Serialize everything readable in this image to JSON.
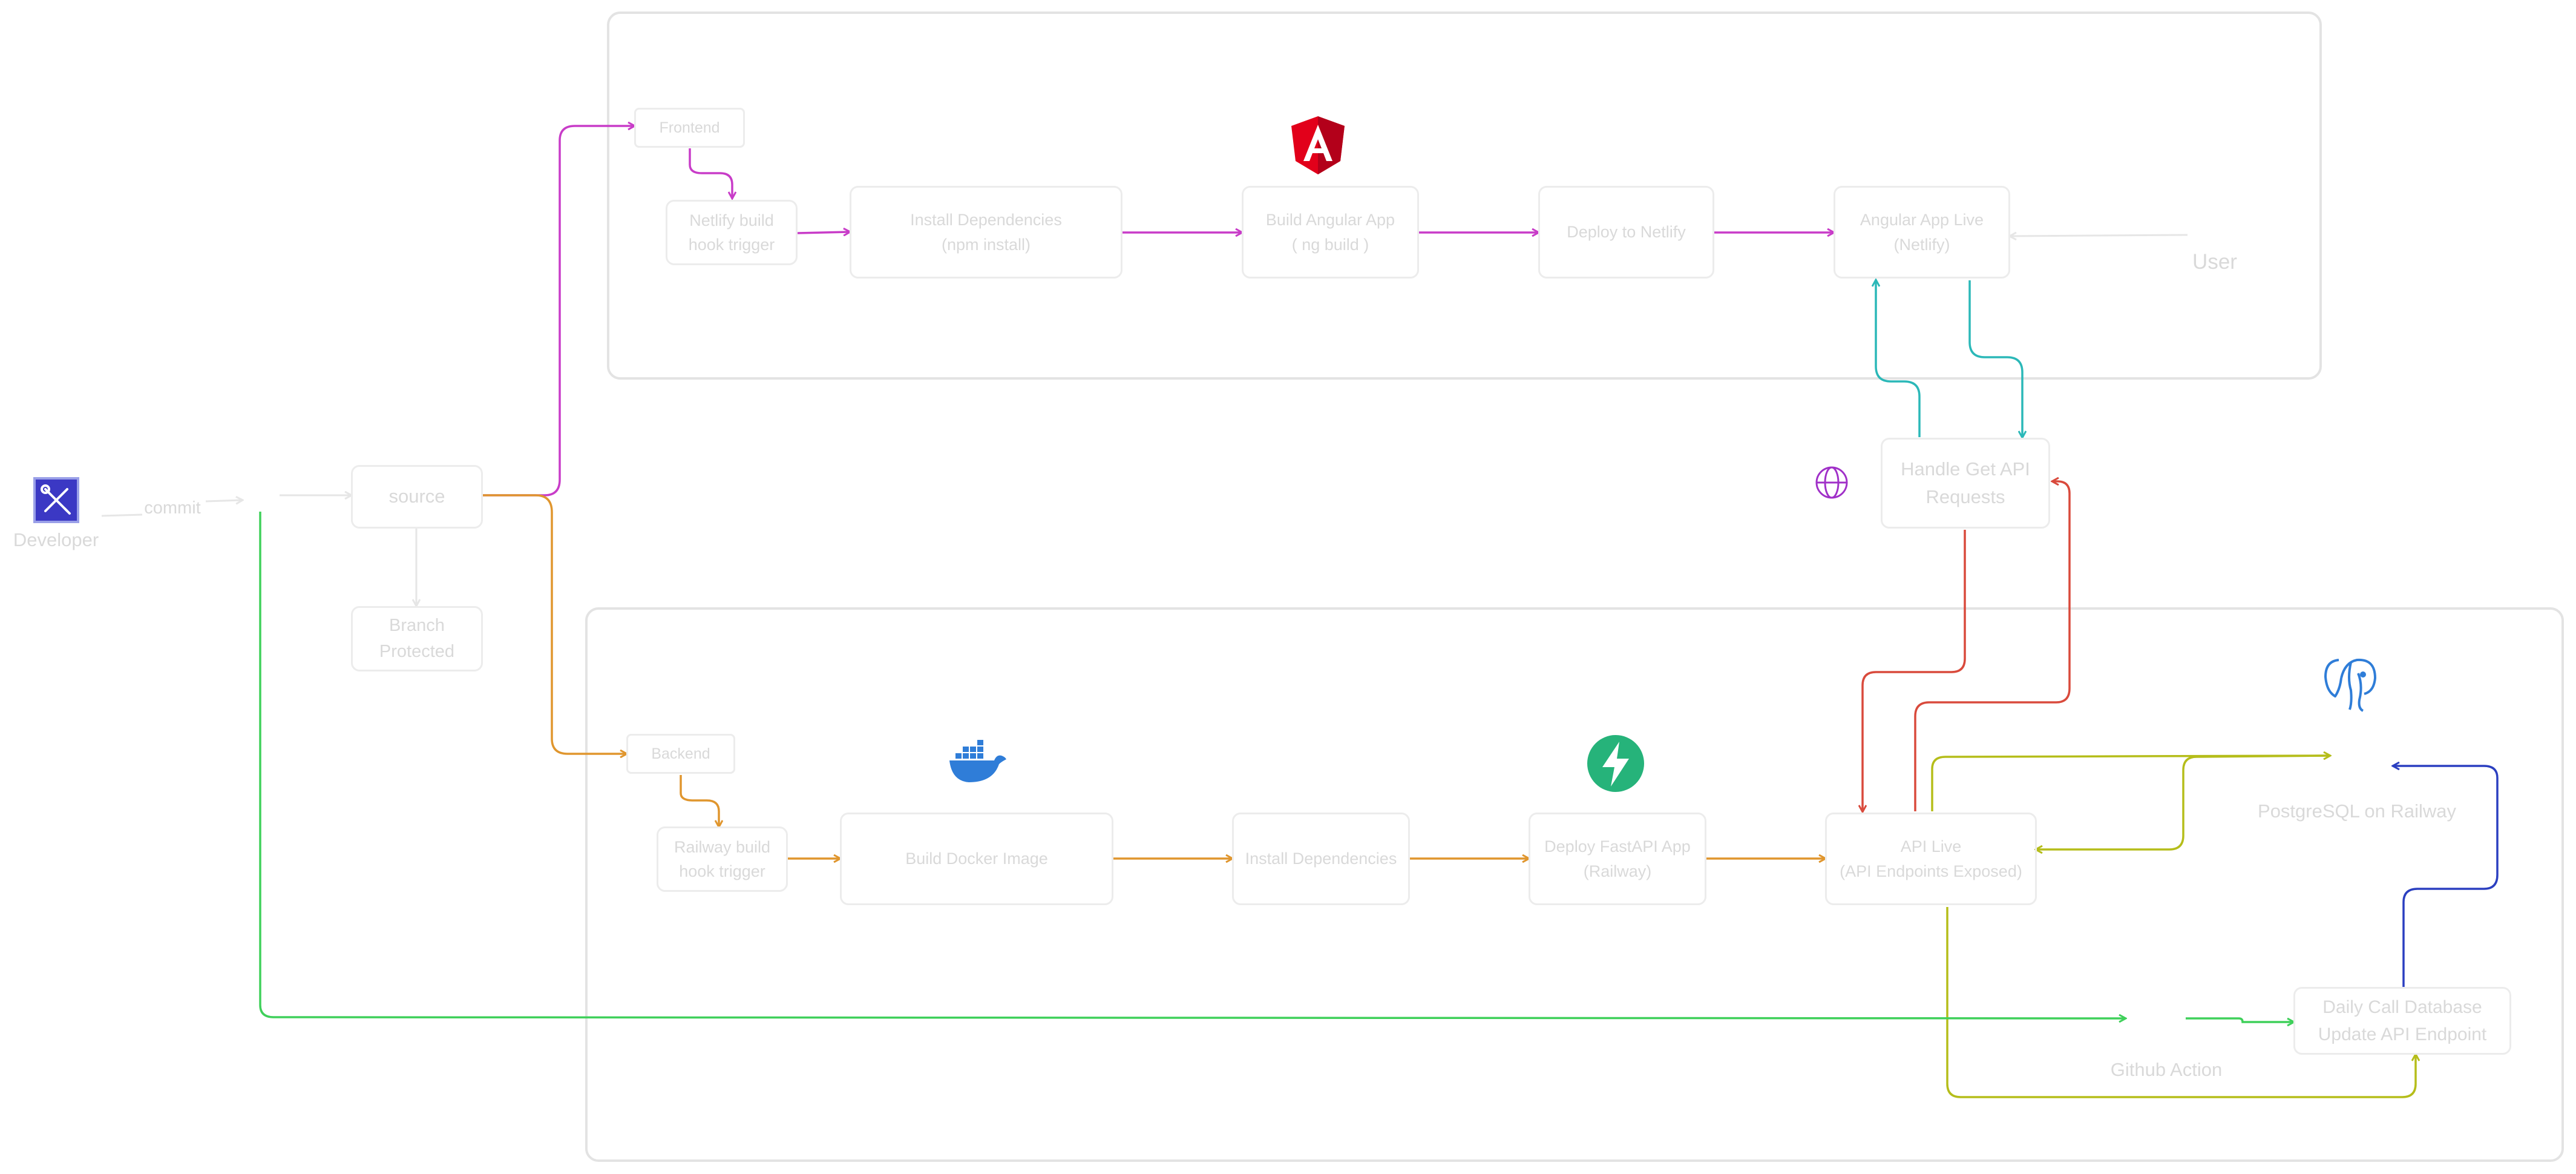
{
  "colors": {
    "frontend_flow": "#c83cc8",
    "backend_flow": "#e0962e",
    "cyan_flow": "#2bb8b8",
    "red_flow": "#d94a3c",
    "olive_flow": "#b5bd1a",
    "green_flow": "#3fd05a",
    "blue_flow": "#2b3fc0",
    "box_border": "#ececec",
    "text": "#d9d9d9",
    "angular_red": "#e2001a",
    "docker_blue": "#2f7dd8",
    "fastapi_green": "#26b37a",
    "postgres_blue": "#2f7dd8",
    "developer_icon_bg": "#3b38c4"
  },
  "icons": {
    "developer": "tools-icon",
    "angular": "angular-logo-icon",
    "docker": "docker-whale-icon",
    "fastapi": "fastapi-bolt-icon",
    "postgres": "postgres-elephant-icon",
    "globe": "globe-icon"
  },
  "actors": {
    "developer": "Developer",
    "commit": "commit",
    "user": "User",
    "github_action": "Github Action",
    "postgres": "PostgreSQL on Railway"
  },
  "source": {
    "source": "source",
    "branch_protected": "Branch\nProtected"
  },
  "frontend": {
    "tag": "Frontend",
    "hook": "Netlify build\nhook trigger",
    "install": "Install Dependencies\n(npm install)",
    "build": "Build Angular App\n( ng build )",
    "deploy": "Deploy to Netlify",
    "live": "Angular App Live\n(Netlify)"
  },
  "middle": {
    "handle_get": "Handle Get API\nRequests"
  },
  "backend": {
    "tag": "Backend",
    "hook": "Railway build\nhook trigger",
    "docker": "Build Docker Image",
    "install": "Install Dependencies",
    "deploy": "Deploy FastAPI App\n(Railway)",
    "live": "API Live\n(API Endpoints Exposed)",
    "daily": "Daily Call Database\nUpdate API Endpoint"
  }
}
